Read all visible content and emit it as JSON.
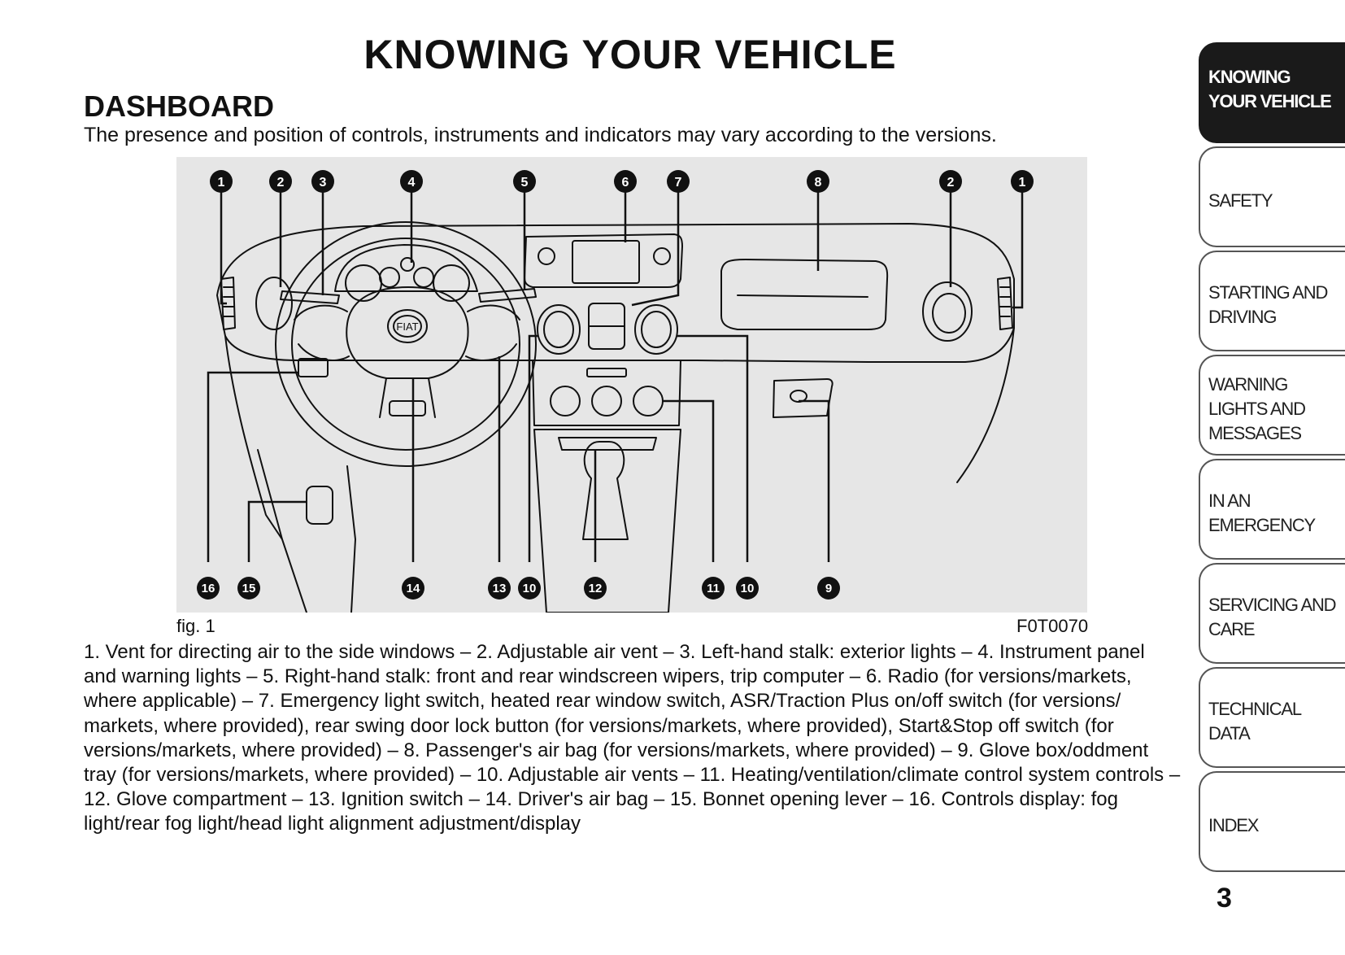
{
  "page": {
    "title": "KNOWING YOUR VEHICLE",
    "section_title": "DASHBOARD",
    "intro": "The presence and position of controls, instruments and indicators may vary according to the versions.",
    "page_number": "3"
  },
  "figure": {
    "caption_left": "fig. 1",
    "caption_right": "F0T0070",
    "logo_text": "FIAT",
    "callouts_top": [
      "1",
      "2",
      "3",
      "4",
      "5",
      "6",
      "7",
      "8",
      "2",
      "1"
    ],
    "callouts_bottom": [
      "16",
      "15",
      "14",
      "13",
      "10",
      "12",
      "11",
      "10",
      "9"
    ]
  },
  "legend": {
    "text": "1. Vent for directing air to the side windows – 2. Adjustable air vent – 3. Left-hand stalk: exterior lights – 4. Instrument panel and warning lights – 5. Right-hand stalk: front and rear windscreen wipers, trip computer – 6. Radio (for versions/markets, where applicable) – 7. Emergency light switch, heated rear window switch, ASR/Traction Plus on/off switch (for versions/ markets, where provided), rear swing door lock button (for versions/markets, where provided), Start&Stop off switch (for versions/markets, where provided) – 8. Passenger's air bag (for versions/markets, where provided) – 9. Glove box/oddment tray (for versions/markets, where provided) – 10. Adjustable air vents – 11. Heating/ventilation/climate control system controls – 12. Glove compartment – 13. Ignition switch – 14. Driver's air bag – 15. Bonnet opening lever – 16. Controls display: fog light/rear fog light/head light alignment adjustment/display"
  },
  "sidebar": {
    "tabs": [
      {
        "label": "KNOWING YOUR VEHICLE",
        "active": true
      },
      {
        "label": "SAFETY",
        "active": false
      },
      {
        "label": "STARTING AND DRIVING",
        "active": false
      },
      {
        "label": "WARNING LIGHTS AND MESSAGES",
        "active": false
      },
      {
        "label": "IN AN EMERGENCY",
        "active": false
      },
      {
        "label": "SERVICING AND CARE",
        "active": false
      },
      {
        "label": "TECHNICAL DATA",
        "active": false
      },
      {
        "label": "INDEX",
        "active": false
      }
    ]
  }
}
